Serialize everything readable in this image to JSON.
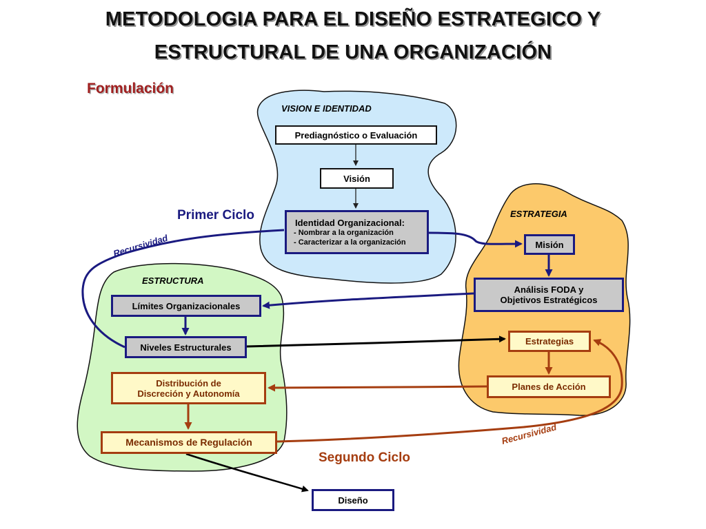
{
  "title": {
    "line1": "METODOLOGIA PARA EL DISEÑO ESTRATEGICO Y",
    "line2": "ESTRUCTURAL DE UNA ORGANIZACIÓN"
  },
  "subtitle": "Formulación",
  "regions": {
    "vision": "VISION E IDENTIDAD",
    "strategy": "ESTRATEGIA",
    "structure": "ESTRUCTURA"
  },
  "boxes": {
    "prediagnostico": "Prediagnóstico o Evaluación",
    "vision": "Visión",
    "identidad": {
      "title": "Identidad Organizacional:",
      "items": [
        "- Nombrar a la organización",
        "- Caracterizar a la organización"
      ]
    },
    "mision": "Misión",
    "foda_line1": "Análisis FODA y",
    "foda_line2": "Objetivos Estratégicos",
    "estrategias": "Estrategias",
    "planes": "Planes de Acción",
    "limites": "Límites Organizacionales",
    "niveles": "Niveles Estructurales",
    "distribucion_line1": "Distribución de",
    "distribucion_line2": "Discreción y Autonomía",
    "mecanismos": "Mecanismos de Regulación",
    "diseno": "Diseño"
  },
  "cycles": {
    "primer": "Primer Ciclo",
    "segundo": "Segundo Ciclo",
    "recursividad_1": "Recursividad",
    "recursividad_2": "Recursividad"
  },
  "colors": {
    "vision_region": "#cde9fb",
    "strategy_region": "#fcc96b",
    "structure_region": "#d2f7c4",
    "blue_arrow": "#1a1a80",
    "brown_arrow": "#a53d10",
    "black_arrow": "#000000",
    "subtitle_red": "#a01f1f"
  }
}
